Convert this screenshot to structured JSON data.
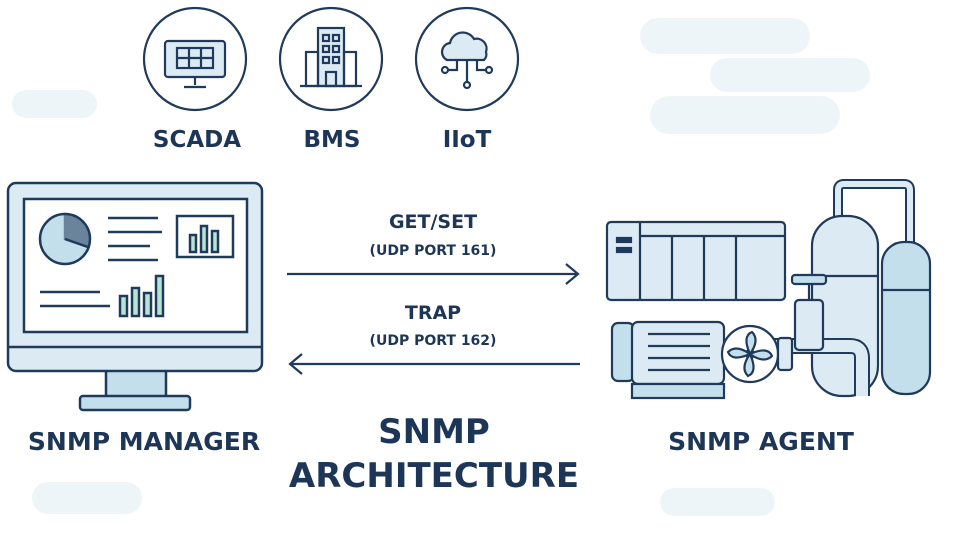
{
  "systems": [
    {
      "label": "SCADA",
      "icon": "monitor-grid-icon"
    },
    {
      "label": "BMS",
      "icon": "building-icon"
    },
    {
      "label": "IIoT",
      "icon": "cloud-network-icon"
    }
  ],
  "manager": {
    "label": "SNMP MANAGER",
    "icon": "dashboard-monitor-icon"
  },
  "agent": {
    "label": "SNMP AGENT",
    "icon": "industrial-equipment-icon"
  },
  "messages": {
    "request": {
      "label": "GET/SET",
      "port": "(UDP PORT 161)",
      "direction": "manager-to-agent"
    },
    "trap": {
      "label": "TRAP",
      "port": "(UDP PORT 162)",
      "direction": "agent-to-manager"
    }
  },
  "title": {
    "line1": "SNMP",
    "line2": "ARCHITECTURE"
  },
  "colors": {
    "text": "#1d3557",
    "line": "#1f3a5a",
    "fill_light": "#dbeaf3",
    "fill_mid": "#c4dfec",
    "accent_green": "#b9e4d3",
    "background_blob": "#eef5f9"
  }
}
